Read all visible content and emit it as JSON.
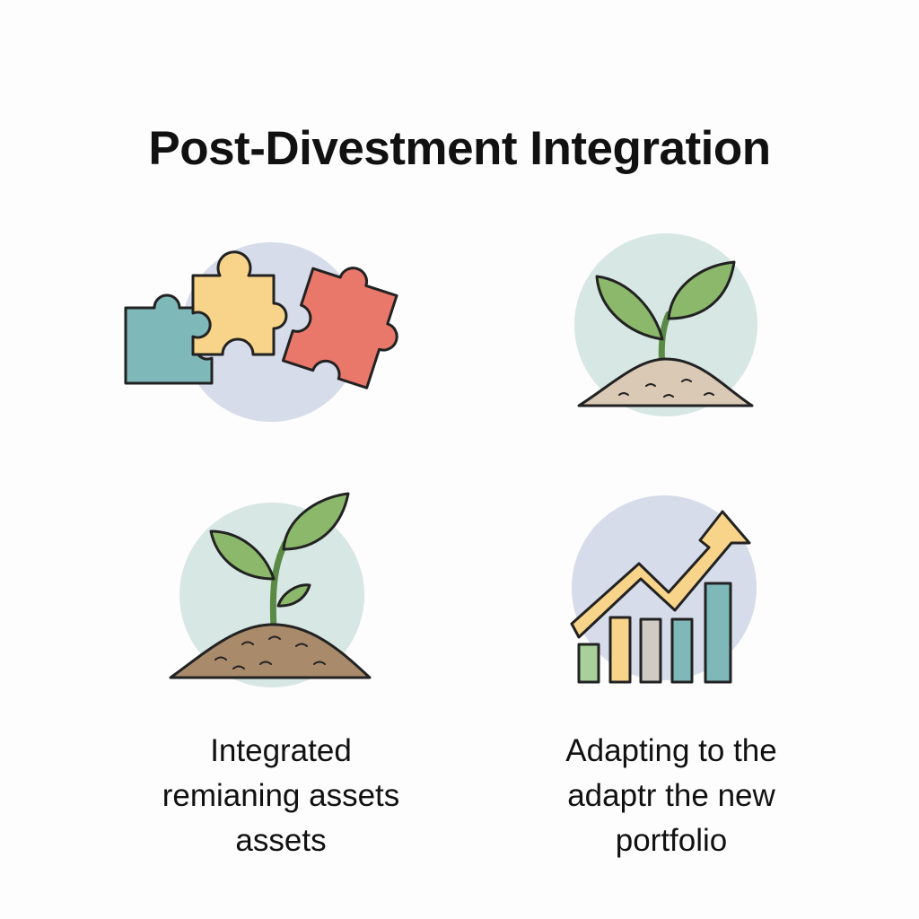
{
  "title": "Post-Divestment Integration",
  "icons": [
    {
      "name": "puzzle-pieces-icon"
    },
    {
      "name": "sprout-icon"
    },
    {
      "name": "growing-plant-icon"
    },
    {
      "name": "growth-chart-icon"
    }
  ],
  "captions": [
    {
      "lines": [
        "Integrated",
        "remianing assets",
        "assets"
      ]
    },
    {
      "lines": [
        "Adapting to the",
        "adaptr the new",
        "portfolio"
      ]
    }
  ],
  "colors": {
    "circle_blue": "#d6dcea",
    "circle_green": "#d7e7e4",
    "teal": "#7fb8b9",
    "yellow": "#f7d48a",
    "red": "#e9776a",
    "leaf": "#8bb86a",
    "soil": "#b59a7c",
    "soil_light": "#d9c9b5",
    "bar_green": "#a9cf9a",
    "bar_grey": "#cfcbc4",
    "arrow": "#f7d48a"
  }
}
